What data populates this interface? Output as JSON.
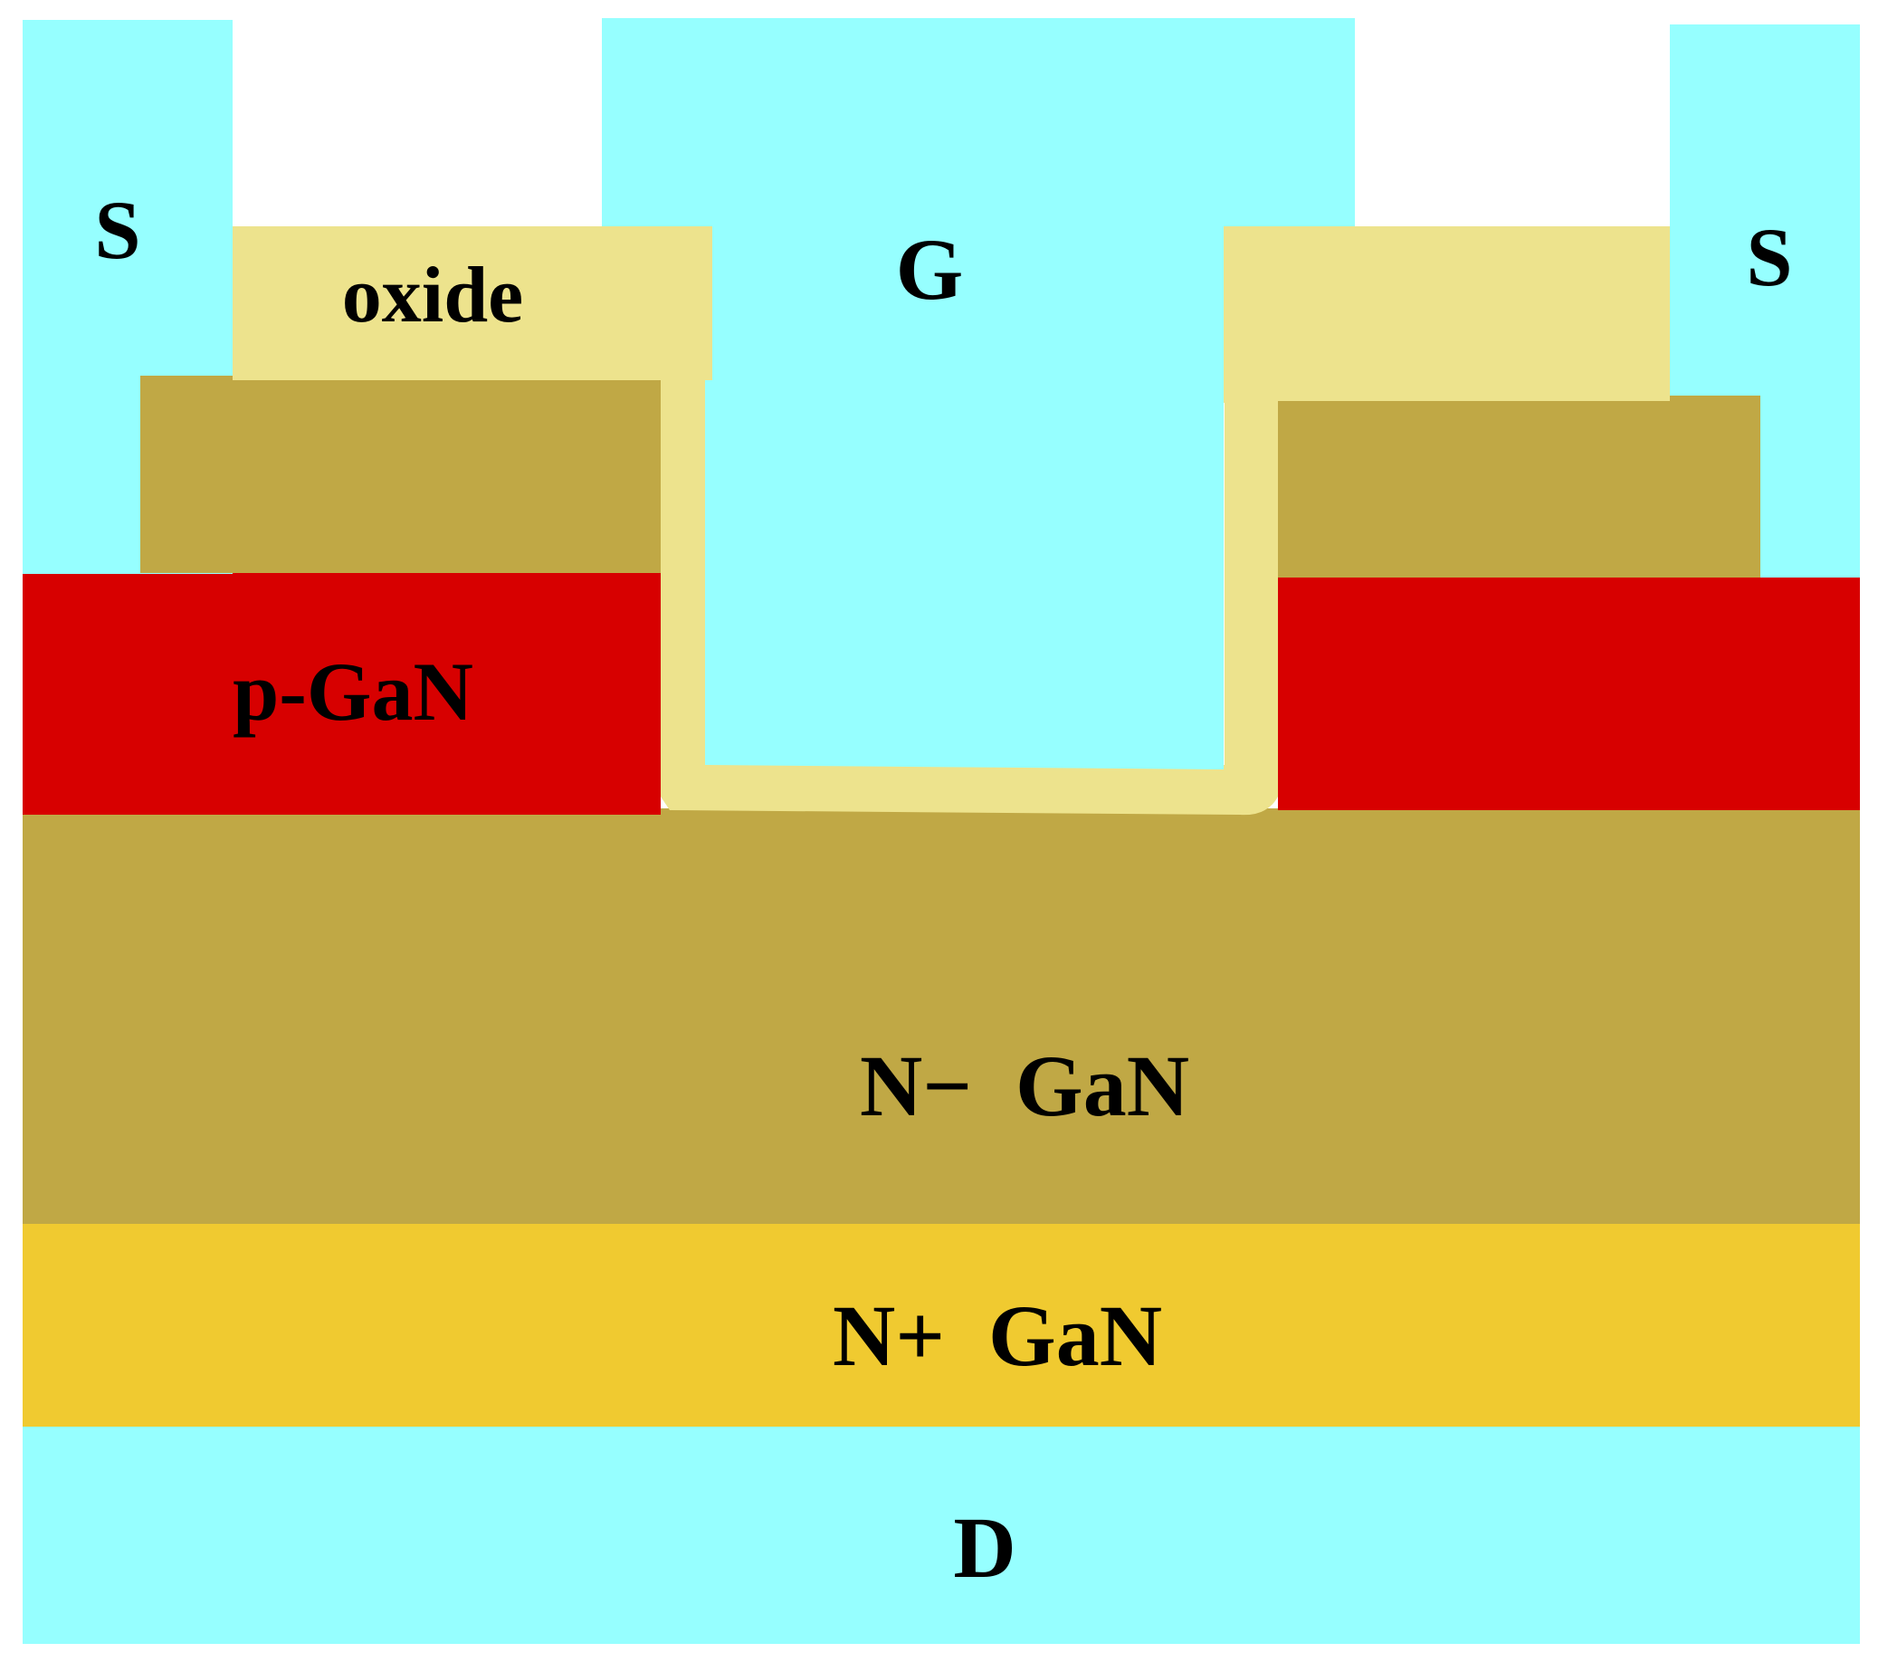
{
  "diagram": {
    "colors": {
      "metal": "#96FFFF",
      "oxide": "#EDE38D",
      "passivation": "#C0A845",
      "p_gan": "#D70000",
      "n_minus_gan": "#C0A845",
      "n_plus_gan": "#F0CA30",
      "background": "#FFFFFF"
    },
    "labels": {
      "source_left": "S",
      "source_right": "S",
      "gate": "G",
      "oxide": "oxide",
      "p_gan": "p-GaN",
      "n_minus_gan": "N−  GaN",
      "n_plus_gan": "N+  GaN",
      "drain": "D"
    }
  }
}
